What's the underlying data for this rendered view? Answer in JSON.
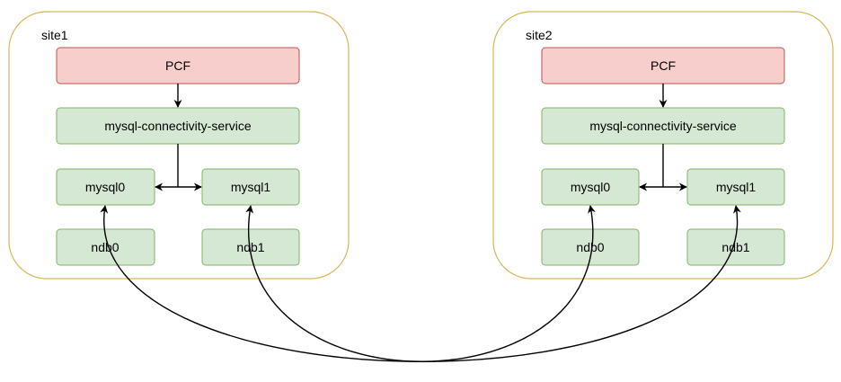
{
  "sites": [
    {
      "label": "site1",
      "pcf": "PCF",
      "connectivity": "mysql-connectivity-service",
      "mysql0": "mysql0",
      "mysql1": "mysql1",
      "ndb0": "ndb0",
      "ndb1": "ndb1"
    },
    {
      "label": "site2",
      "pcf": "PCF",
      "connectivity": "mysql-connectivity-service",
      "mysql0": "mysql0",
      "mysql1": "mysql1",
      "ndb0": "ndb0",
      "ndb1": "ndb1"
    }
  ],
  "colors": {
    "site_border": "#d6b656",
    "pcf_fill": "#f8cecc",
    "pcf_border": "#b85450",
    "node_fill": "#d5e8d4",
    "node_border": "#82b366"
  },
  "connections": [
    {
      "from": "site1.mysql0",
      "to": "site2.mysql1"
    },
    {
      "from": "site1.mysql1",
      "to": "site2.mysql0"
    }
  ]
}
